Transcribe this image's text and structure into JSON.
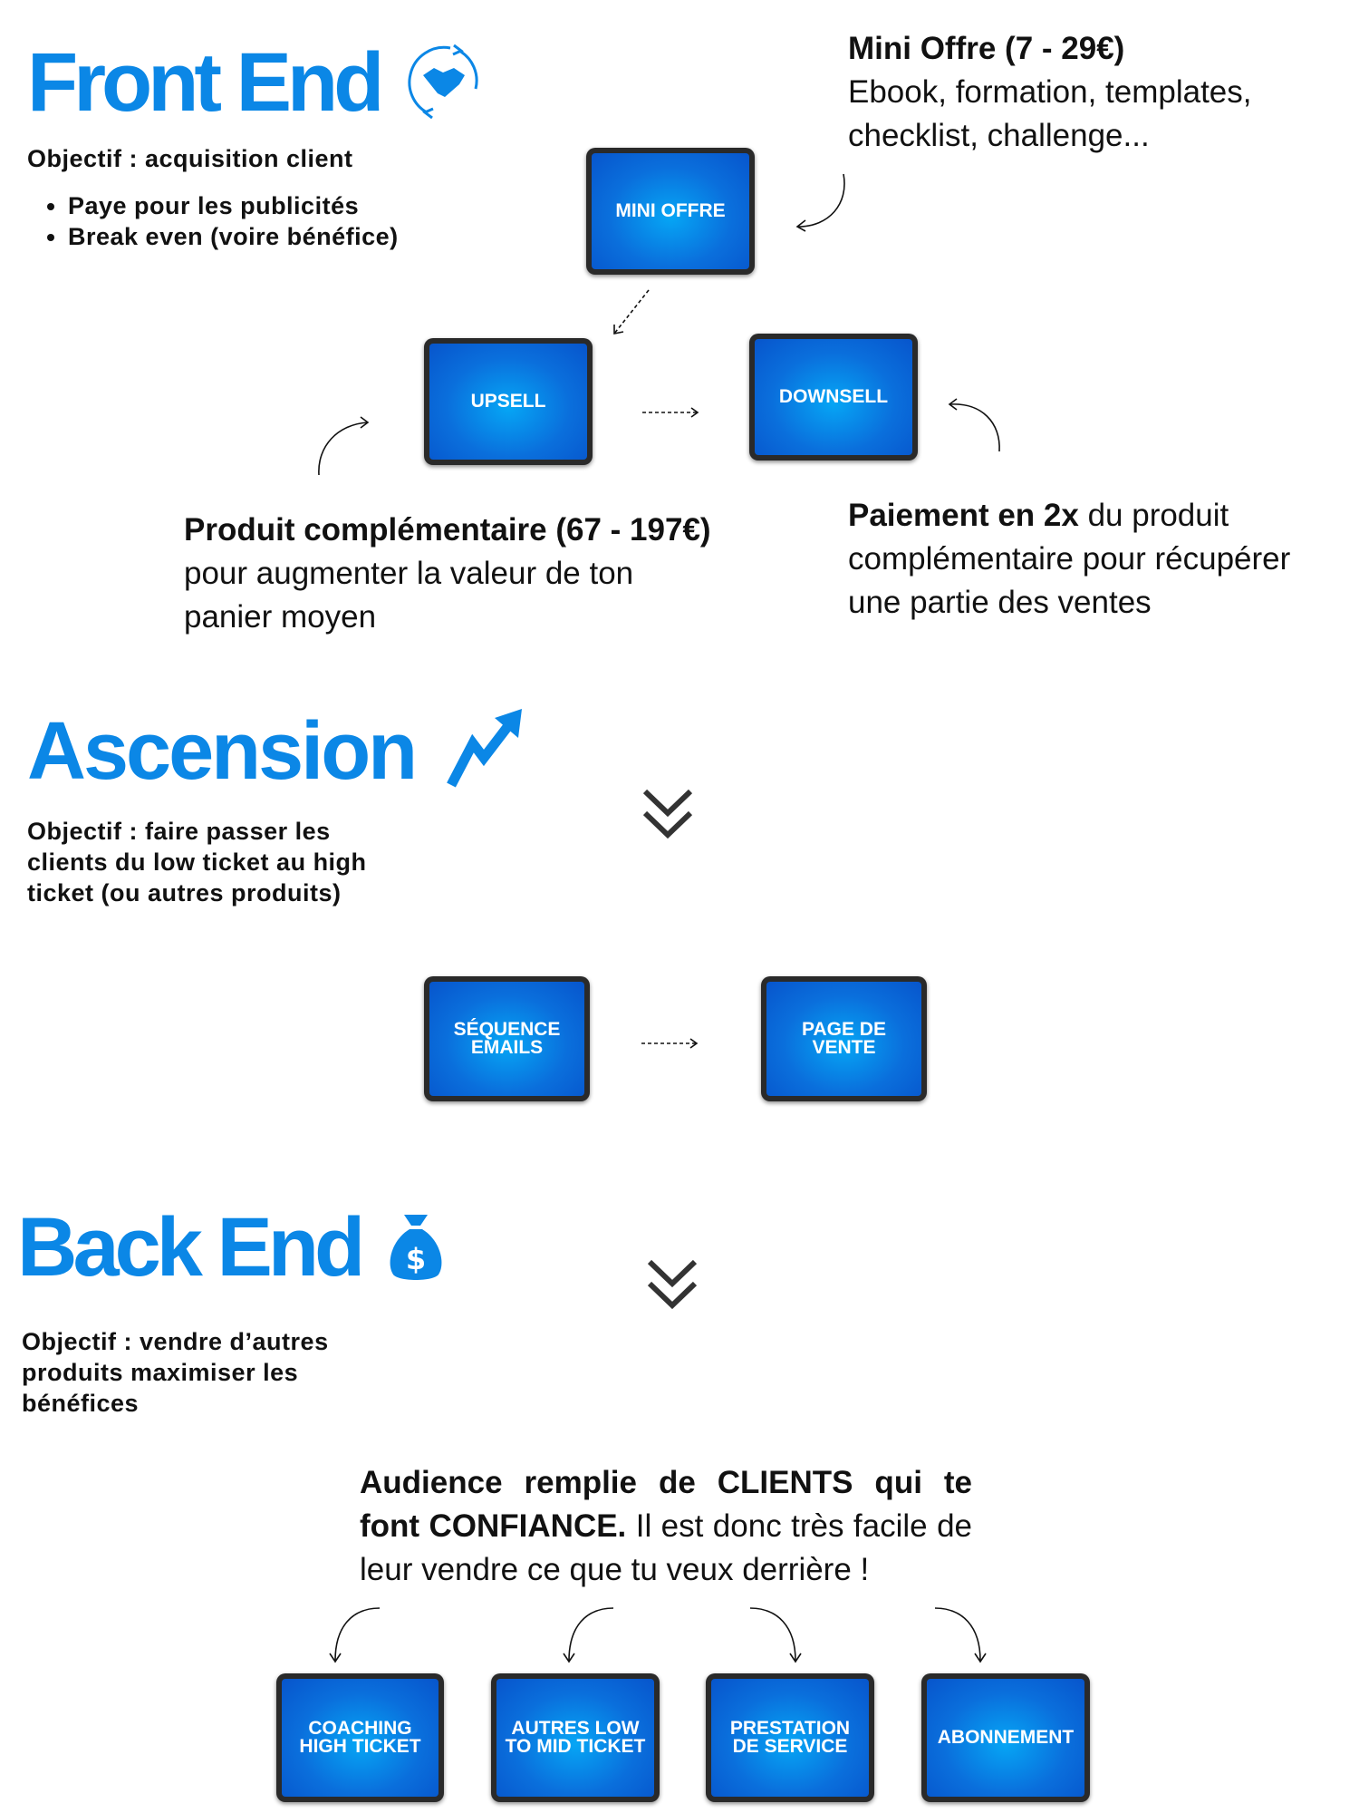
{
  "front_end": {
    "title": "Front End",
    "icon": "handshake-cycle-icon",
    "objective": "Objectif : acquisition client",
    "bullets": [
      "Paye pour les publicités",
      "Break even (voire bénéfice)"
    ],
    "mini_offre_heading": "Mini Offre (7 - 29€)",
    "mini_offre_desc_1": "Ebook, formation, templates,",
    "mini_offre_desc_2": "checklist, challenge...",
    "tablets": {
      "mini_offre": "MINI OFFRE",
      "upsell": "UPSELL",
      "downsell": "DOWNSELL"
    },
    "upsell_heading": "Produit complémentaire (67 - 197€)",
    "upsell_desc_1": "pour augmenter la valeur de ton",
    "upsell_desc_2": "panier moyen",
    "downsell_bold": "Paiement en 2x",
    "downsell_desc_1": " du produit",
    "downsell_desc_2": "complémentaire pour récupérer",
    "downsell_desc_3": "une partie des ventes"
  },
  "ascension": {
    "title": "Ascension",
    "icon": "trend-up-arrow-icon",
    "objective_1": "Objectif :  faire passer les",
    "objective_2": "clients du low ticket au high",
    "objective_3": "ticket (ou autres produits)",
    "tablets": {
      "sequence": "SÉQUENCE\nEMAILS",
      "page": "PAGE DE\nVENTE"
    }
  },
  "back_end": {
    "title": "Back End",
    "icon": "money-bag-icon",
    "objective_1": "Objectif : vendre d’autres",
    "objective_2": "produits maximiser les",
    "objective_3": "bénéfices",
    "audience_bold_1": "Audience remplie de CLIENTS qui te font CONFIANCE.",
    "audience_rest": " Il est donc très facile de leur vendre ce que tu veux derrière !",
    "tablets": [
      "COACHING\nHIGH TICKET",
      "AUTRES LOW\nTO MID TICKET",
      "PRESTATION\nDE SERVICE",
      "ABONNEMENT"
    ]
  },
  "colors": {
    "brand_blue": "#0b87e6"
  }
}
